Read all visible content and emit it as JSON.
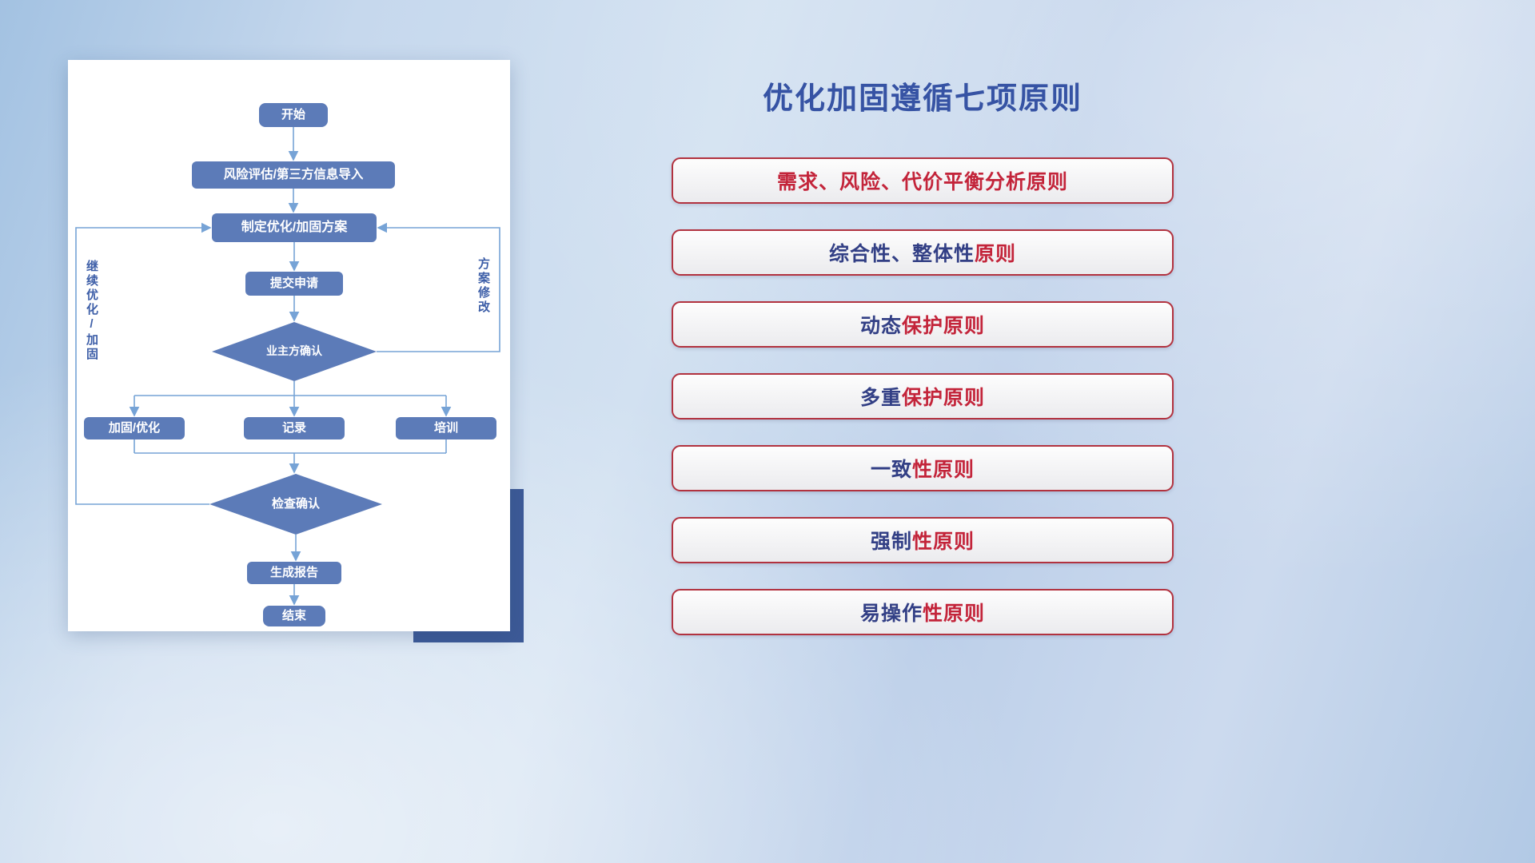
{
  "title": "优化加固遵循七项原则",
  "flowchart": {
    "nodes": {
      "start": "开始",
      "risk": "风险评估/第三方信息导入",
      "plan": "制定优化/加固方案",
      "submit": "提交申请",
      "owner_confirm": "业主方确认",
      "reinforce": "加固/优化",
      "record": "记录",
      "training": "培训",
      "check_confirm": "检查确认",
      "report": "生成报告",
      "end": "结束"
    },
    "loop_labels": {
      "left": "继续优化/加固",
      "right": "方案修改"
    }
  },
  "principles": [
    {
      "segments": [
        {
          "text": "需求、风险、代价平衡分析原则",
          "color": "red"
        }
      ]
    },
    {
      "segments": [
        {
          "text": "综合性、整体性",
          "color": "navy"
        },
        {
          "text": "原则",
          "color": "red"
        }
      ]
    },
    {
      "segments": [
        {
          "text": "动态",
          "color": "navy"
        },
        {
          "text": "保护原则",
          "color": "red"
        }
      ]
    },
    {
      "segments": [
        {
          "text": "多重",
          "color": "navy"
        },
        {
          "text": "保护原则",
          "color": "red"
        }
      ]
    },
    {
      "segments": [
        {
          "text": "一致",
          "color": "navy"
        },
        {
          "text": "性原则",
          "color": "red"
        }
      ]
    },
    {
      "segments": [
        {
          "text": "强制",
          "color": "navy"
        },
        {
          "text": "性原则",
          "color": "red"
        }
      ]
    },
    {
      "segments": [
        {
          "text": "易操作",
          "color": "navy"
        },
        {
          "text": "性原则",
          "color": "red"
        }
      ]
    }
  ],
  "colors": {
    "navy": "#323f85",
    "red": "#c3243a",
    "node_blue": "#5c7bb8",
    "line_blue": "#76a3d6",
    "title_blue": "#3653a4",
    "border_red": "#b2323f",
    "label_blue": "#3e5fa8",
    "shadow_navy": "#3d5a97"
  }
}
